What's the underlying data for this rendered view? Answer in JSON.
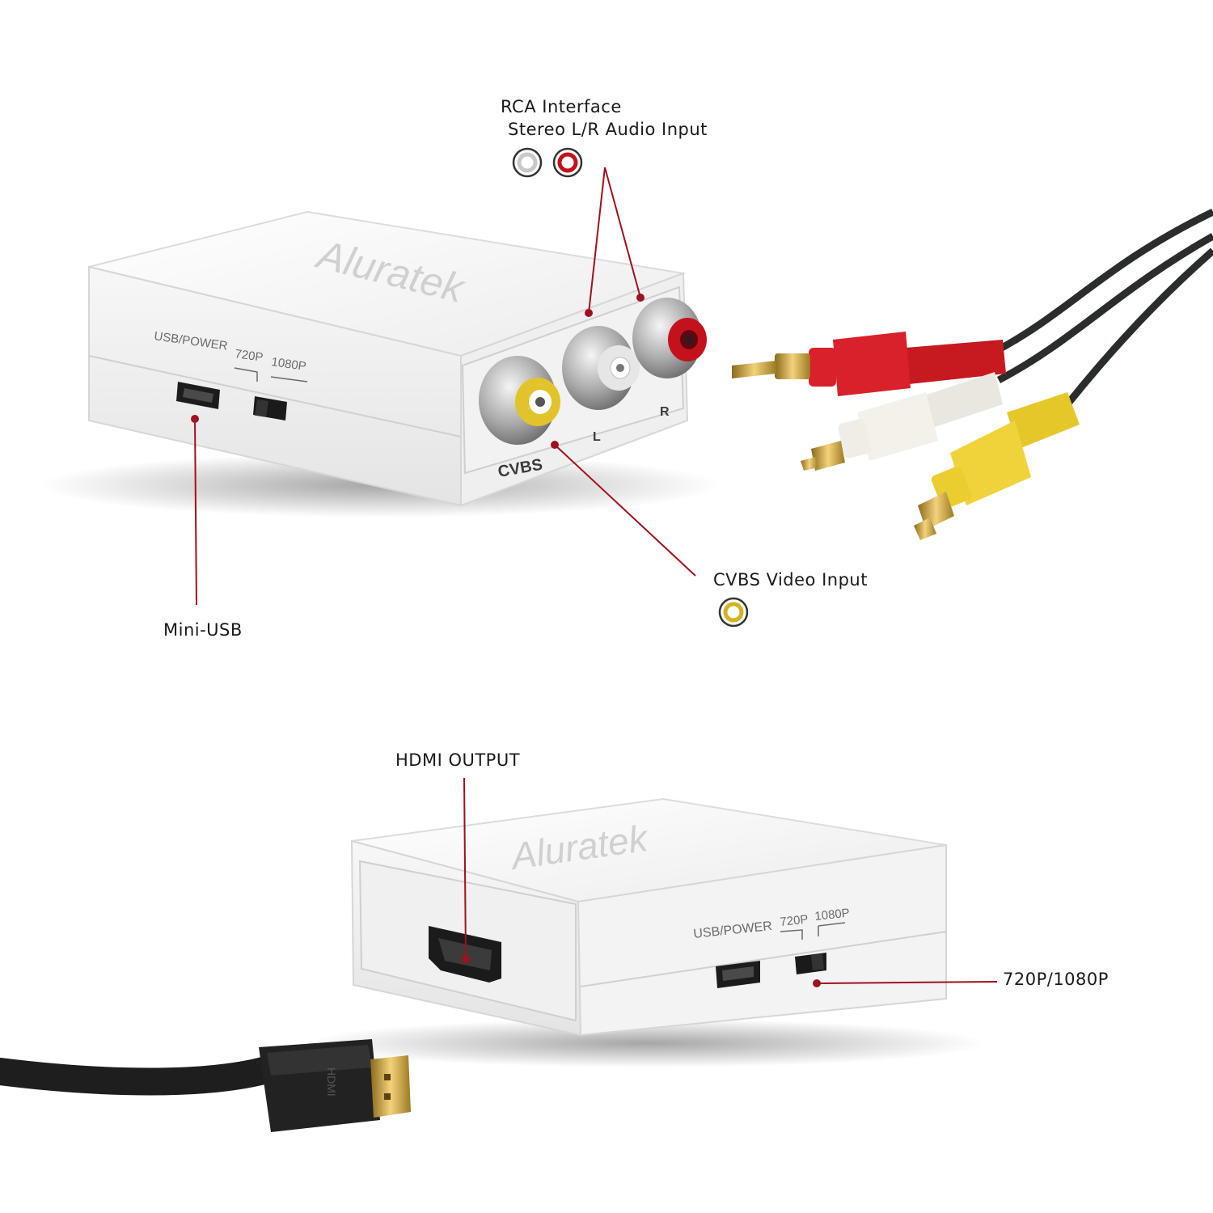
{
  "brand": {
    "logo_text": "Aluratek"
  },
  "device_top": {
    "port_labels": {
      "usb_power": "USB/POWER",
      "res_720": "720P",
      "res_1080": "1080P",
      "cvbs": "CVBS",
      "left": "L",
      "right": "R"
    }
  },
  "device_bottom": {
    "port_labels": {
      "usb_power": "USB/POWER",
      "res_720": "720P",
      "res_1080": "1080P"
    },
    "hdmi_plug_text": "HDMI"
  },
  "callouts": {
    "rca_title": "RCA Interface",
    "rca_subtitle": "Stereo L/R Audio Input",
    "cvbs_video": "CVBS Video Input",
    "mini_usb": "Mini-USB",
    "hdmi_output": "HDMI OUTPUT",
    "resolution_switch": "720P/1080P"
  },
  "colors": {
    "leader_line": "#a0101e",
    "rca_white": "#c8c8c8",
    "rca_red": "#c4121d",
    "rca_yellow": "#d4b320",
    "device_body": "#f4f4f4",
    "cable": "#2a2e2b"
  }
}
